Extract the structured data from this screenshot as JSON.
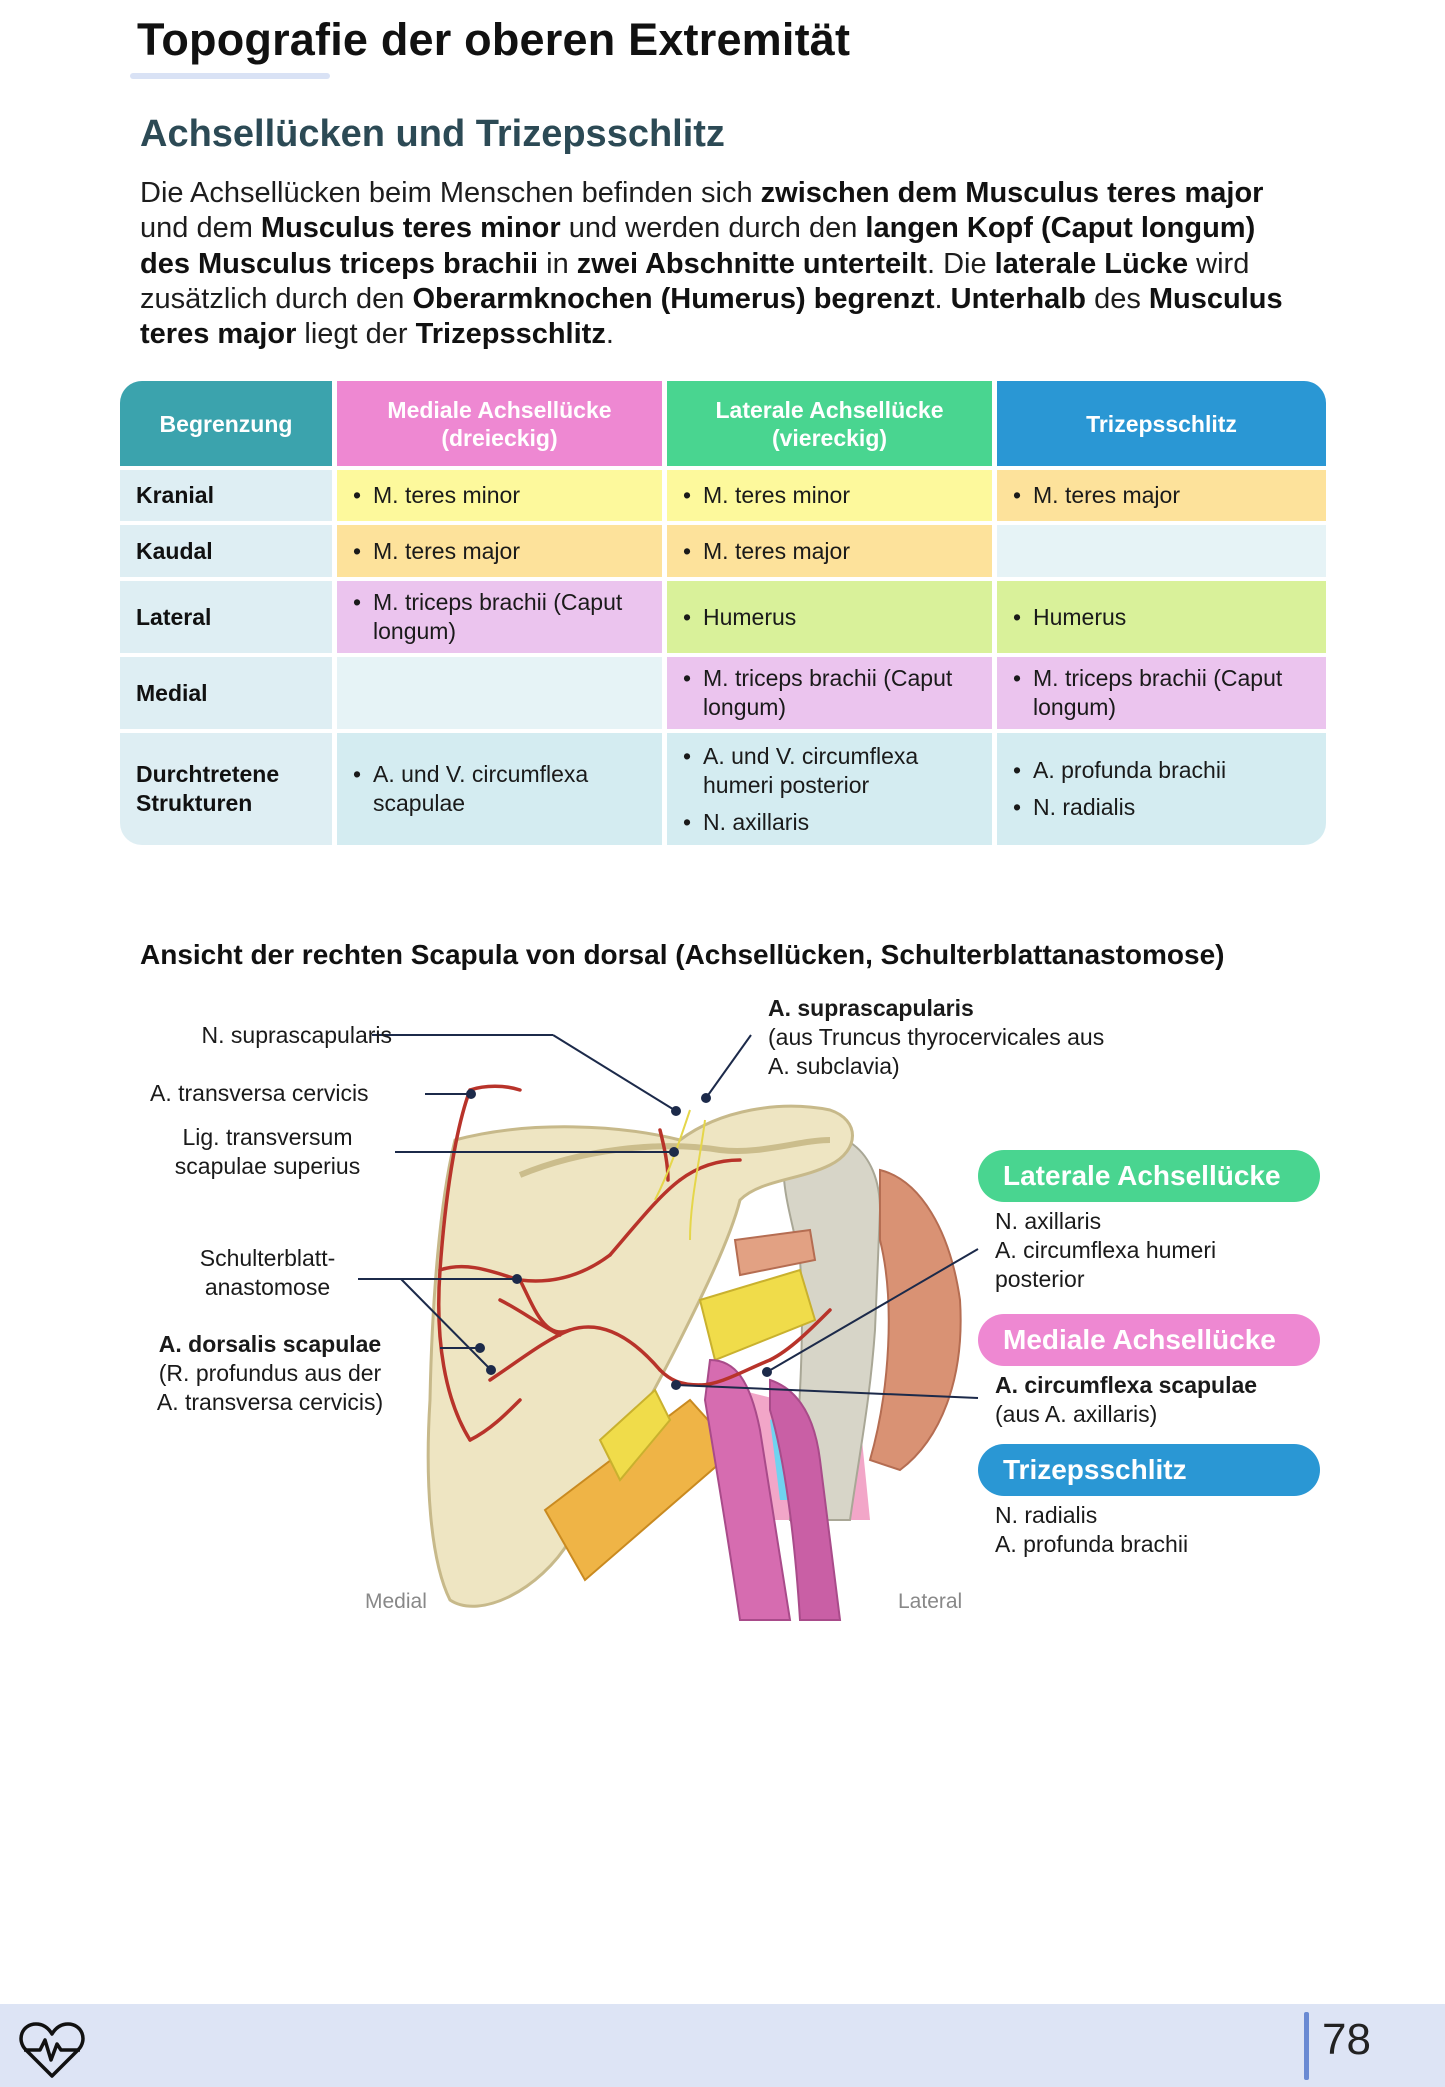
{
  "page": {
    "title": "Topografie der oberen Extremität",
    "page_number": "78"
  },
  "section": {
    "heading": "Achsellücken und Trizepsschlitz",
    "intro": [
      {
        "t": "Die Achsellücken beim Menschen befinden sich ",
        "b": false
      },
      {
        "t": "zwischen dem Musculus teres major",
        "b": true
      },
      {
        "t": " und dem ",
        "b": false
      },
      {
        "t": "Musculus teres minor",
        "b": true
      },
      {
        "t": " und werden durch den ",
        "b": false
      },
      {
        "t": "langen Kopf (Caput longum) des Musculus triceps brachii",
        "b": true
      },
      {
        "t": " in ",
        "b": false
      },
      {
        "t": "zwei Abschnitte unterteilt",
        "b": true
      },
      {
        "t": ". Die ",
        "b": false
      },
      {
        "t": "laterale Lücke",
        "b": true
      },
      {
        "t": " wird zusätzlich durch den ",
        "b": false
      },
      {
        "t": "Oberarmknochen (Humerus) begrenzt",
        "b": true
      },
      {
        "t": ". ",
        "b": false
      },
      {
        "t": "Unterhalb",
        "b": true
      },
      {
        "t": " des ",
        "b": false
      },
      {
        "t": "Musculus teres major",
        "b": true
      },
      {
        "t": " liegt der ",
        "b": false
      },
      {
        "t": "Trizepsschlitz",
        "b": true
      },
      {
        "t": ".",
        "b": false
      }
    ]
  },
  "table": {
    "headers": [
      {
        "label": "Begrenzung",
        "color": "#3ba3ad"
      },
      {
        "label": "Mediale Achsellücke (dreieckig)",
        "color": "#ee88d2"
      },
      {
        "label": "Laterale Achsellücke (viereckig)",
        "color": "#49d590"
      },
      {
        "label": "Trizepsschlitz",
        "color": "#2a97d4"
      }
    ],
    "rows": [
      {
        "label": "Kranial",
        "height": 55,
        "cells": [
          {
            "items": [
              "M. teres minor"
            ],
            "bg": "yellow"
          },
          {
            "items": [
              "M. teres minor"
            ],
            "bg": "yellow"
          },
          {
            "items": [
              "M. teres major"
            ],
            "bg": "orange"
          }
        ]
      },
      {
        "label": "Kaudal",
        "height": 56,
        "cells": [
          {
            "items": [
              "M. teres major"
            ],
            "bg": "orange"
          },
          {
            "items": [
              "M. teres major"
            ],
            "bg": "orange"
          },
          {
            "items": [],
            "bg": "empty"
          }
        ]
      },
      {
        "label": "Lateral",
        "height": 76,
        "cells": [
          {
            "items": [
              "M. triceps brachii (Caput longum)"
            ],
            "bg": "purple"
          },
          {
            "items": [
              "Humerus"
            ],
            "bg": "green"
          },
          {
            "items": [
              "Humerus"
            ],
            "bg": "green"
          }
        ]
      },
      {
        "label": "Medial",
        "height": 76,
        "cells": [
          {
            "items": [],
            "bg": "empty"
          },
          {
            "items": [
              "M. triceps brachii (Caput longum)"
            ],
            "bg": "purple"
          },
          {
            "items": [
              "M. triceps brachii (Caput longum)"
            ],
            "bg": "purple"
          }
        ]
      },
      {
        "label": "Durchtretene Strukturen",
        "height": 112,
        "cells": [
          {
            "items": [
              "A. und V. circumflexa scapulae"
            ],
            "bg": "struct"
          },
          {
            "items": [
              "A. und V. circumflexa humeri posterior",
              "N. axillaris"
            ],
            "bg": "struct"
          },
          {
            "items": [
              "A. profunda brachii",
              "N. radialis"
            ],
            "bg": "struct"
          }
        ]
      }
    ]
  },
  "figure": {
    "title": "Ansicht der rechten Scapula von dorsal (Achsellücken, Schulterblattanastomose)",
    "labels": {
      "n_suprascapularis": "N. suprascapularis",
      "a_transversa_cervicis": "A. transversa cervicis",
      "lig_line1": "Lig. transversum",
      "lig_line2": "scapulae superius",
      "anast_line1": "Schulterblatt-",
      "anast_line2": "anastomose",
      "dorsalis_bold": "A. dorsalis scapulae",
      "dorsalis_line2": "(R. profundus aus der",
      "dorsalis_line3": "A. transversa cervicis)",
      "supra_bold": "A. suprascapularis",
      "supra_line2": "(aus Truncus thyrocervicales aus",
      "supra_line3": "A. subclavia)",
      "medial": "Medial",
      "lateral": "Lateral"
    },
    "boxes": {
      "lateral": {
        "title": "Laterale Achsellücke",
        "color": "#49d590",
        "lines": [
          "N. axillaris",
          "A. circumflexa humeri",
          "posterior"
        ]
      },
      "medial": {
        "title": "Mediale Achsellücke",
        "color": "#ee88d2",
        "bold_line": "A. circumflexa scapulae",
        "line2": "(aus A. axillaris)"
      },
      "trizeps": {
        "title": "Trizepsschlitz",
        "color": "#2a97d4",
        "lines": [
          "N. radialis",
          "A. profunda brachii"
        ]
      }
    }
  },
  "colors": {
    "accent_dark": "#2c4a55",
    "footer_bg": "#dde4f5",
    "artery": "#b8332a",
    "leader": "#1c2a4a"
  },
  "icons": {
    "footer": "heart-pulse-icon"
  }
}
